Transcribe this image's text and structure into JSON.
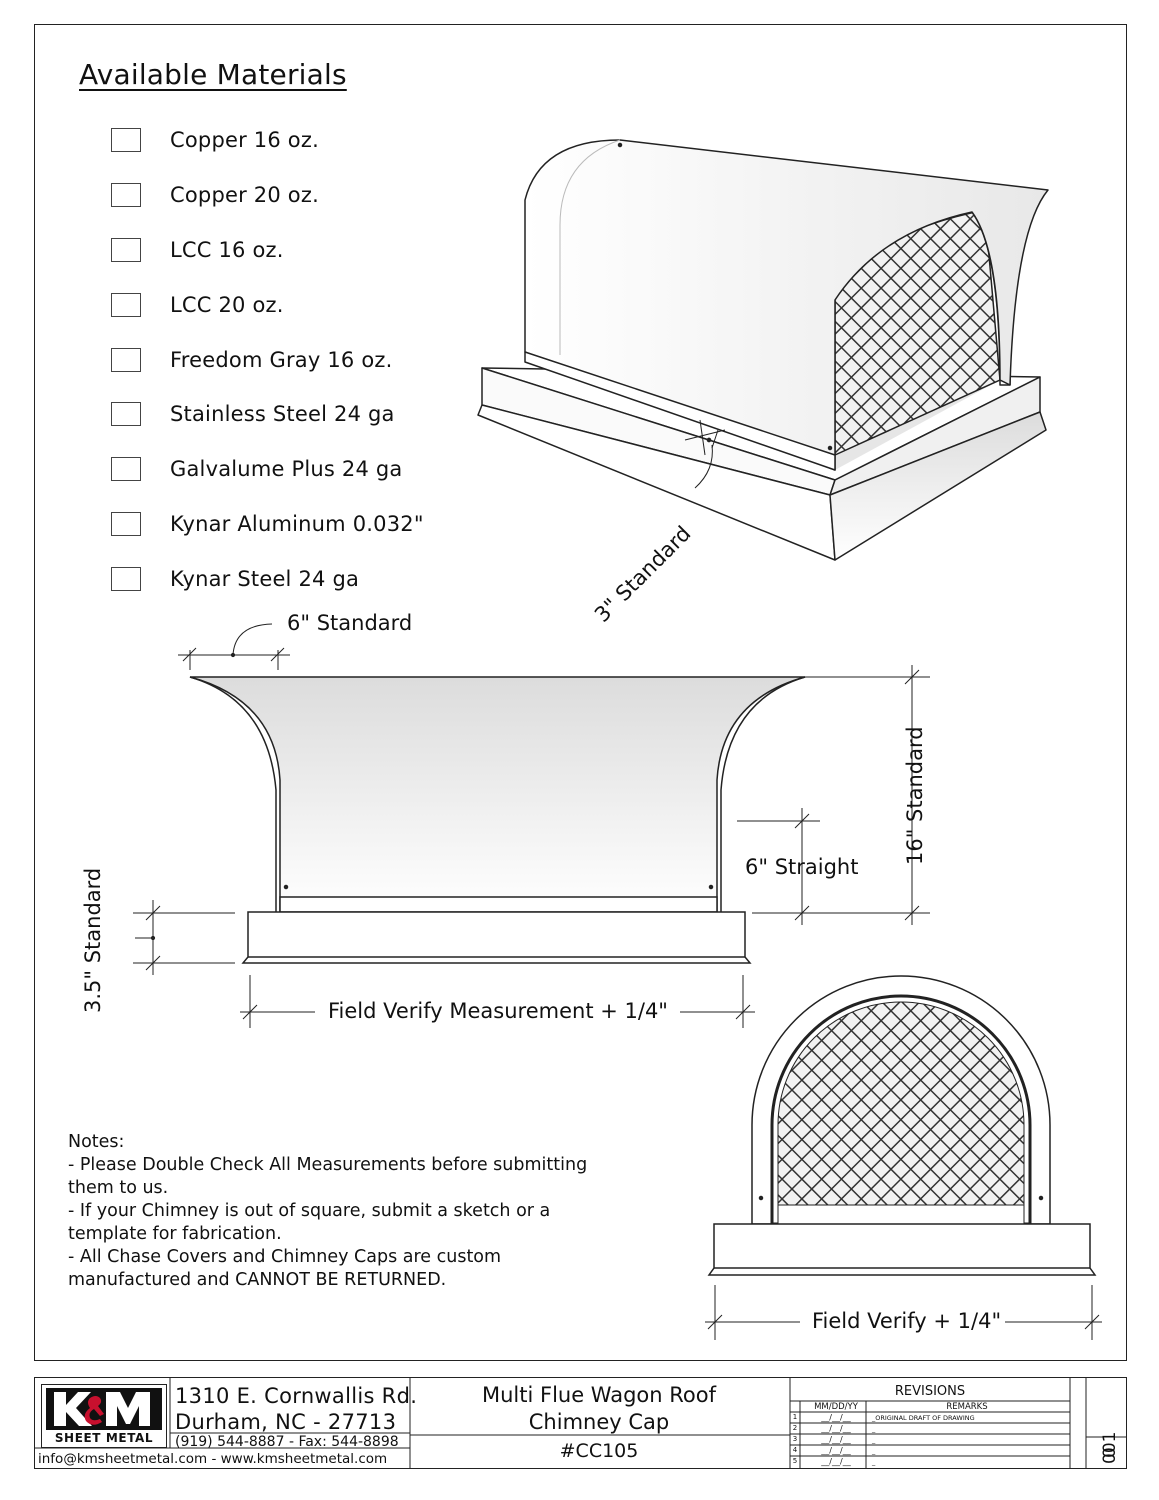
{
  "materials": {
    "heading": "Available Materials",
    "items": [
      "Copper 16 oz.",
      "Copper 20 oz.",
      "LCC 16 oz.",
      "LCC 20 oz.",
      "Freedom Gray 16 oz.",
      "Stainless Steel 24 ga",
      "Galvalume Plus 24 ga",
      "Kynar Aluminum 0.032\"",
      "Kynar Steel 24 ga"
    ]
  },
  "dimensions": {
    "skirt_3": "3\" Standard",
    "flare_6": "6\" Standard",
    "height_16": "16\" Standard",
    "straight_6": "6\" Straight",
    "skirt_35": "3.5\" Standard",
    "field_verify_long": "Field Verify Measurement + 1/4\"",
    "field_verify_short": "Field Verify + 1/4\""
  },
  "notes": {
    "title": "Notes:",
    "lines": [
      " - Please Double Check All Measurements before submitting them to us.",
      " - If your Chimney is out of square, submit a sketch or a template for fabrication.",
      " - All Chase Covers and Chimney Caps are custom manufactured and CANNOT BE RETURNED."
    ]
  },
  "title_block": {
    "logo_text": "SHEET METAL",
    "address_line1": "1310 E. Cornwallis Rd.",
    "address_line2": "Durham, NC - 27713",
    "phone": "(919) 544-8887 - Fax: 544-8898",
    "web": "info@kmsheetmetal.com - www.kmsheetmetal.com",
    "title_line1": "Multi Flue Wagon Roof",
    "title_line2": "Chimney Cap",
    "part_number": "#CC105",
    "revisions": {
      "title": "REVISIONS",
      "col_date": "MM/DD/YY",
      "col_remarks": "REMARKS",
      "rows": [
        {
          "num": "1",
          "date": "__/__/__",
          "remark": "_ORIGINAL DRAFT OF DRAWING"
        },
        {
          "num": "2",
          "date": "__/__/__",
          "remark": "_"
        },
        {
          "num": "3",
          "date": "__/__/__",
          "remark": "_"
        },
        {
          "num": "4",
          "date": "__/__/__",
          "remark": "_"
        },
        {
          "num": "5",
          "date": "__/__/__",
          "remark": "_"
        }
      ]
    },
    "sheet_number": "001",
    "revision_letter": "0"
  },
  "colors": {
    "line": "#222222",
    "fill": "#ffffff",
    "mesh": "#333333"
  }
}
